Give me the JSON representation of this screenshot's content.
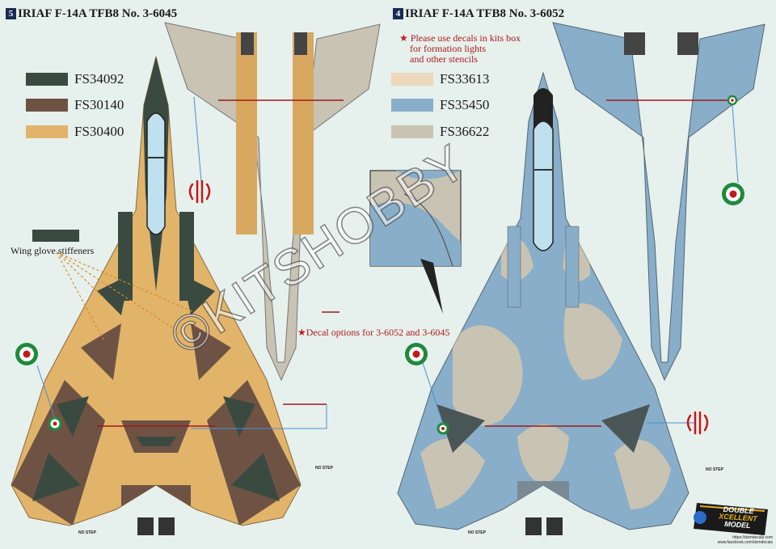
{
  "left_sheet": {
    "number": "5",
    "title": "IRIAF F-14A TFB8 No. 3-6045",
    "colors": [
      {
        "code": "FS34092",
        "hex": "#3a4a41"
      },
      {
        "code": "FS30140",
        "hex": "#6e5344"
      },
      {
        "code": "FS30400",
        "hex": "#e1b46a"
      }
    ],
    "callout": "Wing glove stiffeners",
    "callout_swatch_hex": "#3a4a41"
  },
  "right_sheet": {
    "number": "4",
    "title": "IRIAF F-14A TFB8 No. 3-6052",
    "note_lines": [
      "Please use decals in kits box",
      "for formation lights",
      "and other stencils"
    ],
    "colors": [
      {
        "code": "FS33613",
        "hex": "#ecd8bd"
      },
      {
        "code": "FS35450",
        "hex": "#88aec9"
      },
      {
        "code": "FS36622",
        "hex": "#c8c3b2"
      }
    ]
  },
  "decal_note": "Decal options for 3-6052 and 3-6045",
  "stencils": {
    "no_step": "NO STEP"
  },
  "watermark": "©KITSHOBBY",
  "brand": {
    "line1": "DOUBLE",
    "line2": "XCELLENT",
    "line3": "MODEL",
    "url1": "https://dxmdecals.com",
    "url2": "www.facebook.com/dxmdecals"
  },
  "icons": {
    "note_marker": "star-icon",
    "roundel": "iran-roundel-icon",
    "emblem": "allah-emblem-icon"
  }
}
